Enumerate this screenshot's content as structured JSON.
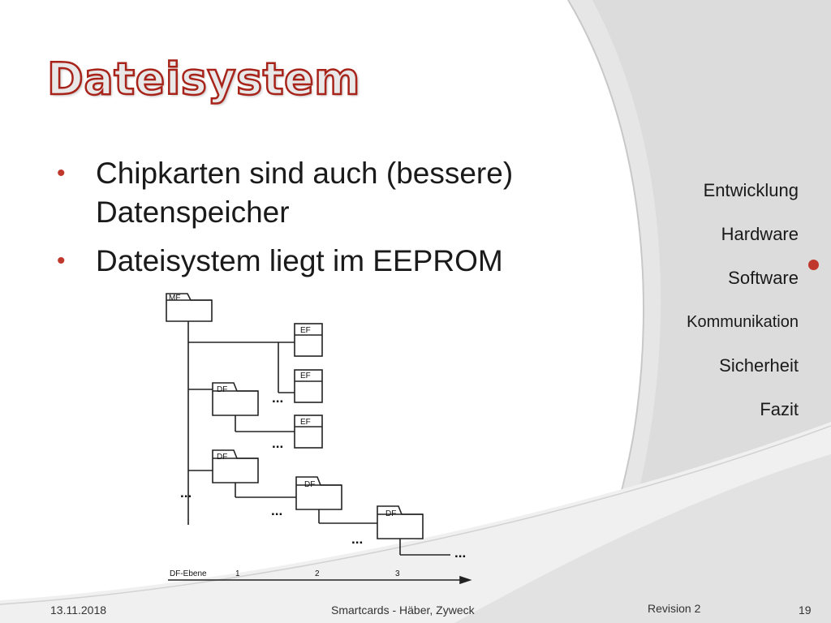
{
  "slide": {
    "title": "Dateisystem",
    "bullets": [
      "Chipkarten sind auch (bessere) Datenspeicher",
      "Dateisystem liegt im EEPROM"
    ]
  },
  "nav": {
    "items": [
      "Entwicklung",
      "Hardware",
      "Software",
      "Kommunikation",
      "Sicherheit",
      "Fazit"
    ],
    "active": "Software"
  },
  "diagram": {
    "labels": {
      "mf": "MF",
      "ef": "EF",
      "df": "DF",
      "ellipsis": "...",
      "axis_label": "DF-Ebene",
      "levels": [
        "1",
        "2",
        "3"
      ]
    }
  },
  "footer": {
    "date": "13.11.2018",
    "center": "Smartcards - Häber, Zyweck",
    "revision": "Revision 2",
    "page": "19"
  },
  "colors": {
    "accent": "#c0382b",
    "title_outline": "#a8241a",
    "swoosh": "#d9d9d9"
  }
}
